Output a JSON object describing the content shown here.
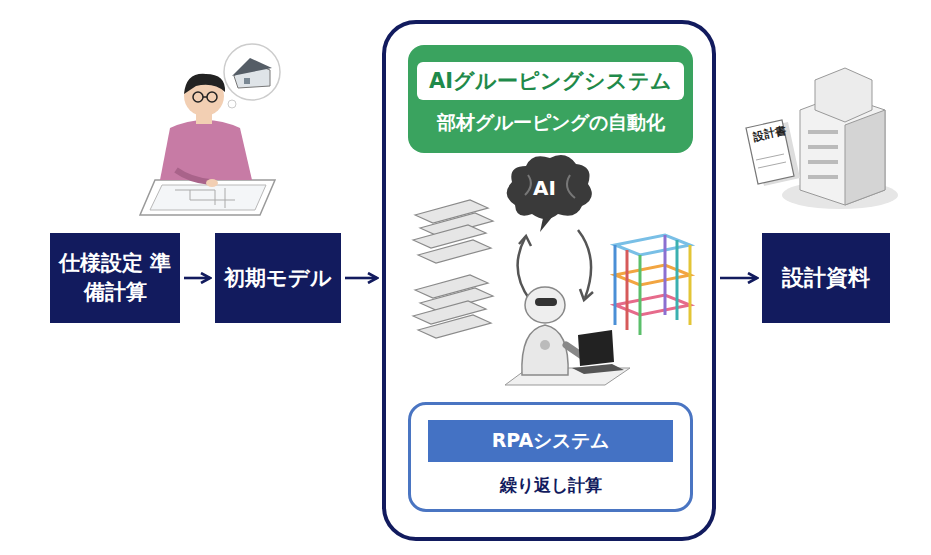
{
  "diagram": {
    "nodes": [
      {
        "text": [
          "仕様設定 準備計算"
        ]
      },
      {
        "text": [
          "初期モデル"
        ]
      },
      {
        "text": []
      },
      {
        "text": [
          "AIグルーピングシステム",
          "部材グルーピングの自動化"
        ],
        "in": 2
      },
      {
        "text": [
          "繰り返し計算"
        ],
        "in": 2
      },
      {
        "text": [
          "RPAシステム"
        ],
        "in": 4
      },
      {
        "text": [
          "設計資料"
        ]
      }
    ],
    "edges": [
      {
        "from": 0,
        "to": 1,
        "arrow": "to"
      },
      {
        "from": 1,
        "to": 2,
        "arrow": "to"
      },
      {
        "from": 2,
        "to": 6,
        "arrow": "to"
      }
    ],
    "labels": [
      "AI",
      "設計書"
    ]
  }
}
